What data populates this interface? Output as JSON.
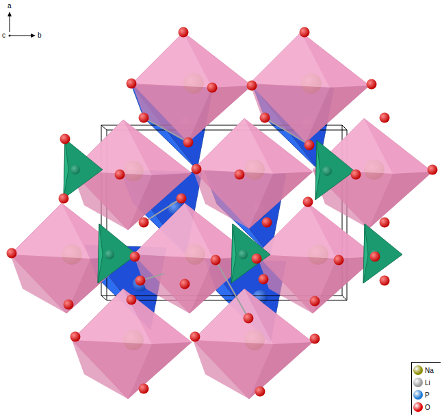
{
  "diagram": {
    "labels": [
      "a",
      "c",
      "b"
    ],
    "legend": [
      {
        "text": "Na",
        "color": "#8b8b00"
      },
      {
        "text": "Li",
        "color": "#9a9a9a"
      },
      {
        "text": "P",
        "color": "#1e78d2"
      },
      {
        "text": "O",
        "color": "#e00000"
      }
    ]
  }
}
